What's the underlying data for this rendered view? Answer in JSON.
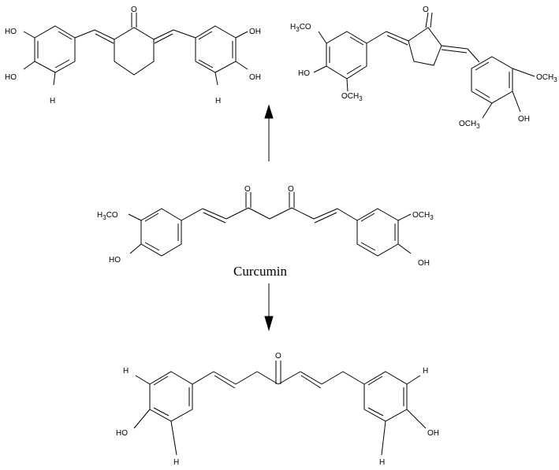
{
  "diagram": {
    "center_label": "Curcumin",
    "labels": {
      "oh": "OH",
      "ho": "HO",
      "h": "H",
      "o": "O",
      "och3": "OCH3",
      "h3co": "H3CO"
    }
  }
}
